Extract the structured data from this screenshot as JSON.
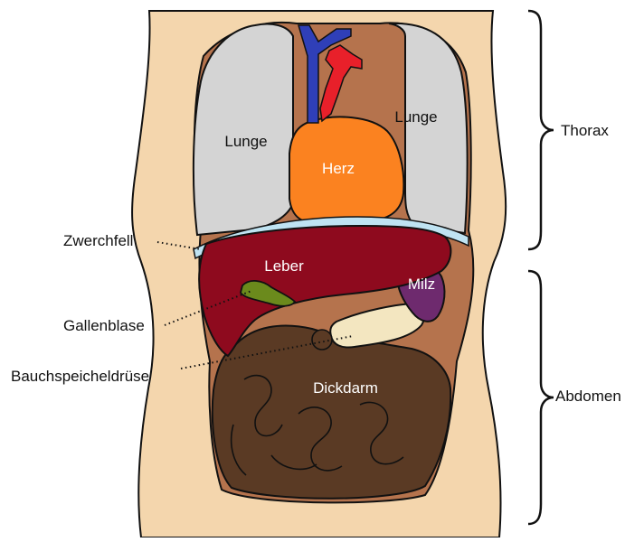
{
  "labels": {
    "lunge_left": "Lunge",
    "lunge_right": "Lunge",
    "herz": "Herz",
    "leber": "Leber",
    "milz": "Milz",
    "dickdarm": "Dickdarm",
    "zwerchfell": "Zwerchfell",
    "gallenblase": "Gallenblase",
    "bauchspeicheldruese": "Bauchspeicheldrüse",
    "thorax": "Thorax",
    "abdomen": "Abdomen"
  },
  "colors": {
    "skin": "#f4d6ad",
    "cavity": "#b5734d",
    "lung": "#d4d4d4",
    "heart": "#fb8220",
    "vein": "#2f3fb8",
    "artery": "#e8202a",
    "diaphragm": "#bfe3f2",
    "liver": "#8e0a1e",
    "gallbladder": "#6b8a1c",
    "spleen": "#6e2a6e",
    "pancreas": "#f3e6c0",
    "colon": "#5a3a24",
    "outline": "#111111"
  }
}
